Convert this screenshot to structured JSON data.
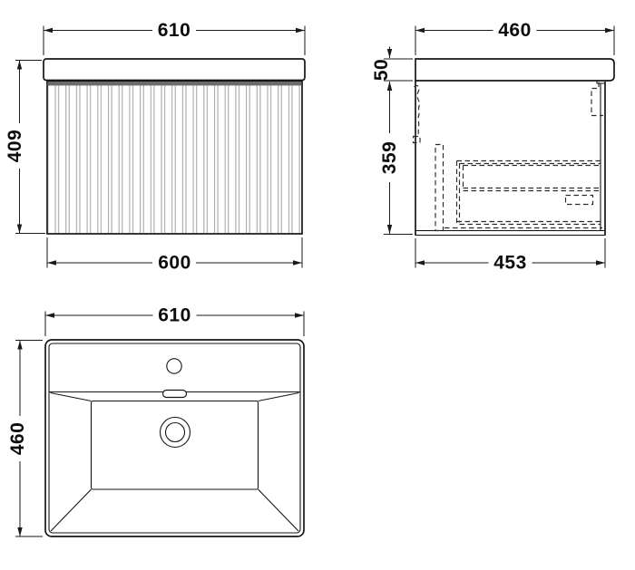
{
  "drawing": {
    "type": "technical-dimension-drawing",
    "subject": "wall-hung-vanity-unit-with-fluted-front-and-basin",
    "units": "mm",
    "colors": {
      "line": "#161616",
      "dimension_line": "#1a1a1a",
      "hidden_detail": "#2a2a2a",
      "flute": "#a8a8a8",
      "panel_shadow": "#6b6b6b",
      "background": "#ffffff"
    },
    "views": {
      "front_elevation": {
        "label": "front-elevation",
        "width_top": "610",
        "height_left": "409",
        "width_bottom": "600"
      },
      "side_section": {
        "label": "side-section",
        "depth_top": "460",
        "worktop_height_left": "50",
        "cabinet_height_left": "359",
        "depth_bottom": "453"
      },
      "basin_plan": {
        "label": "basin-plan",
        "width_top": "610",
        "depth_left": "460"
      }
    }
  }
}
